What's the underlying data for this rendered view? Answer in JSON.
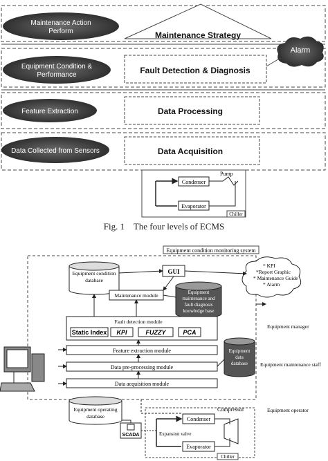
{
  "fig1": {
    "levels": [
      {
        "ellipse": [
          "Maintenance Action",
          "Perform"
        ],
        "box": "Maintenance Strategy"
      },
      {
        "ellipse": [
          "Equipment Condition &",
          "Performance"
        ],
        "box": "Fault Detection & Diagnosis"
      },
      {
        "ellipse": [
          "Feature Extraction"
        ],
        "box": "Data Processing"
      },
      {
        "ellipse": [
          "Data Collected from Sensors"
        ],
        "box": "Data Acquisition"
      }
    ],
    "alarm": "Alarm",
    "plant": {
      "condenser": "Condenser",
      "evaporator": "Evaporator",
      "pump": "Pump",
      "chiller": "Chiller"
    },
    "caption": "Fig. 1    The four levels of ECMS"
  },
  "fig2": {
    "system_label": "Equipment condition monitoring system",
    "condition_db": [
      "Equipment condition",
      "database"
    ],
    "gui": "GUI",
    "outputs": [
      "* KPI",
      "*Report Graphic",
      "* Maintenance Guide",
      "* Alarm"
    ],
    "maint_module": "Maintenance module",
    "knowledge_db": [
      "Equipment",
      "maintenance and",
      "fault diagnosis",
      "knowledge base"
    ],
    "fault_module": "Fault detection module",
    "methods": [
      "Static Index",
      "KPI",
      "FUZZY",
      "PCA"
    ],
    "feature_module": "Feature extraction module",
    "preprocess_module": "Data pre-processing module",
    "acquisition_module": "Data acquisition module",
    "equipment_db": [
      "Equipment",
      "data",
      "database"
    ],
    "operating_db": [
      "Equipment operating",
      "database"
    ],
    "scada": "SCADA",
    "roles": [
      "Equipment manager",
      "Equipment maintenance staff",
      "Equipment operator"
    ],
    "plant": {
      "compressor": "Compressor",
      "condenser": "Condenser",
      "valve": "Expansion valve",
      "evaporator": "Evaporator",
      "chiller": "Chiller"
    }
  }
}
